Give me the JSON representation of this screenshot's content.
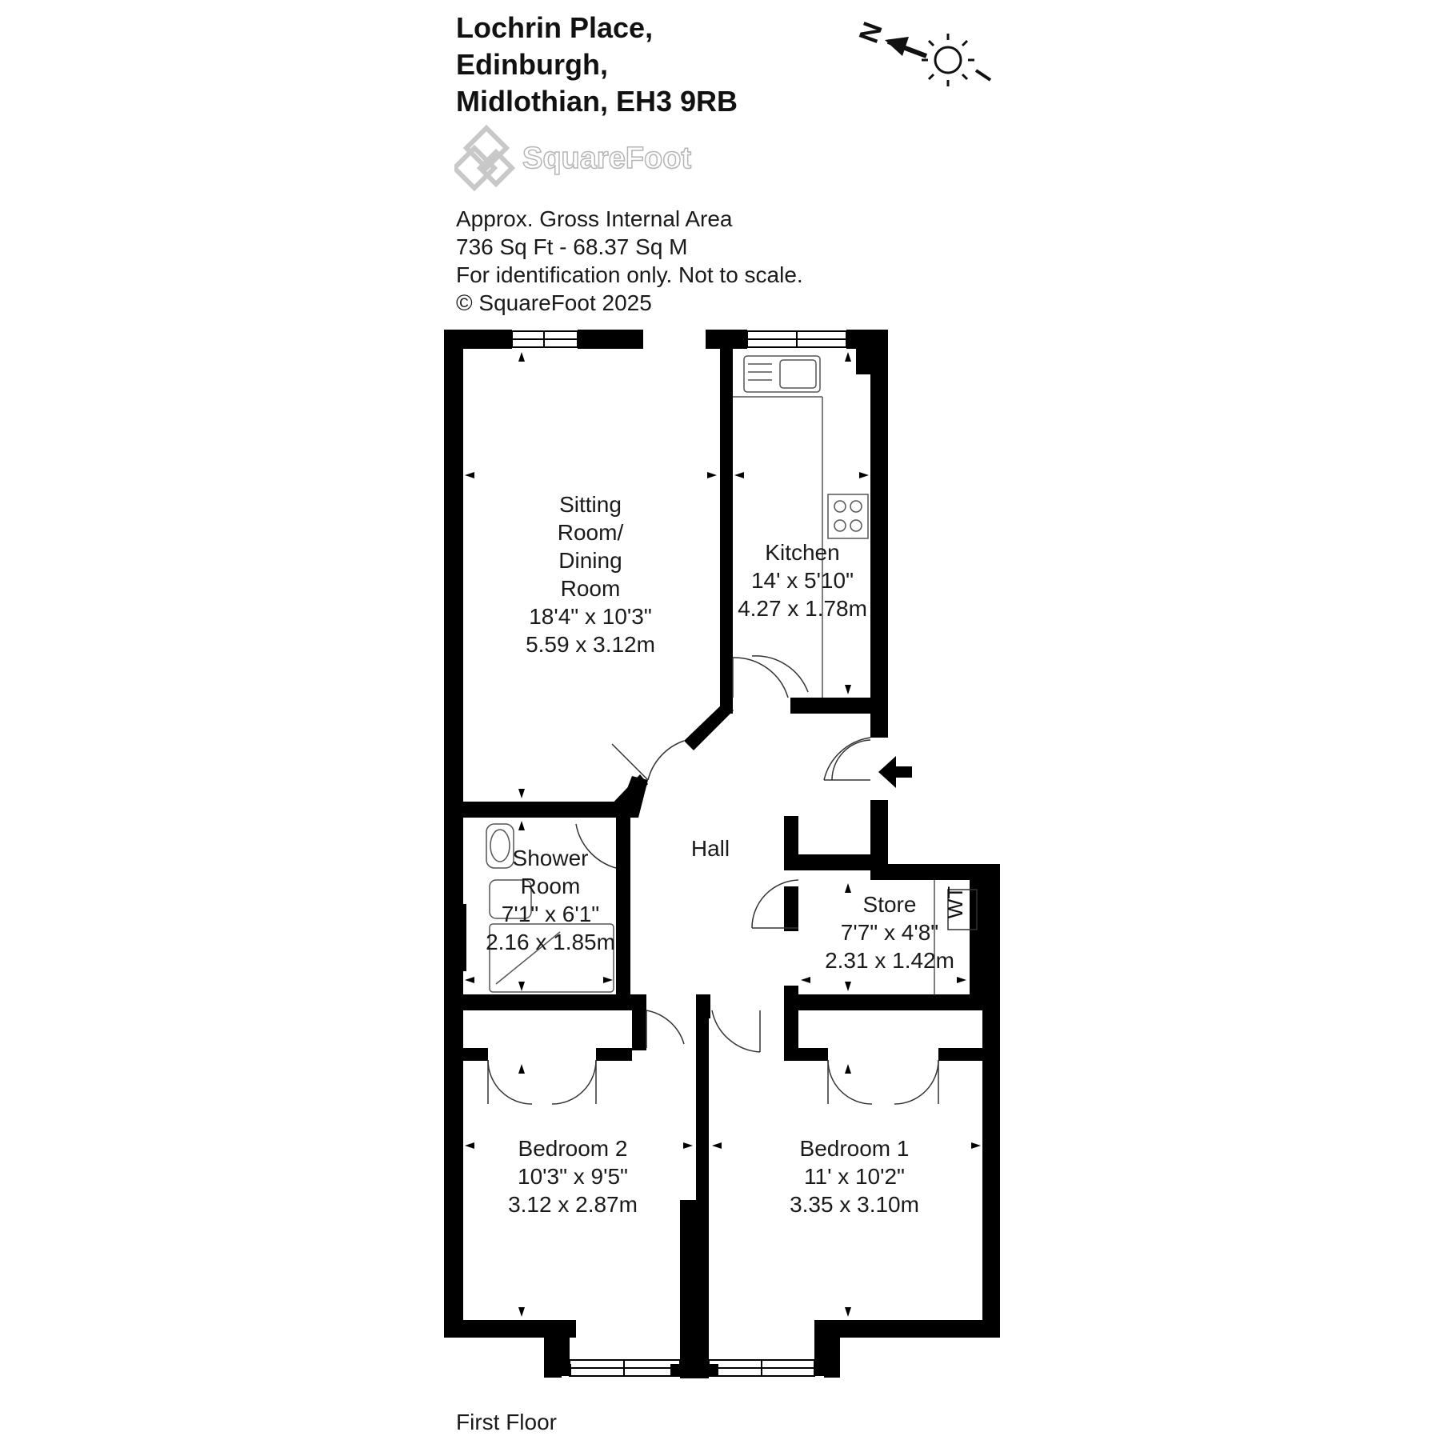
{
  "address": {
    "line1": "Lochrin Place,",
    "line2": "Edinburgh,",
    "line3": "Midlothian, EH3 9RB"
  },
  "logo": {
    "text": "SquareFoot",
    "icon": "squarefoot-logo-icon"
  },
  "compass": {
    "label": "N",
    "icon": "sun-icon"
  },
  "area": {
    "line1": "Approx. Gross Internal Area",
    "line2": "736 Sq Ft  -  68.37 Sq M",
    "line3": "For identification only. Not to scale.",
    "line4": "© SquareFoot 2025"
  },
  "rooms": {
    "sitting": {
      "name1": "Sitting",
      "name2": "Room/",
      "name3": "Dining",
      "name4": "Room",
      "imperial": "18'4\" x 10'3\"",
      "metric": "5.59 x 3.12m"
    },
    "kitchen": {
      "name": "Kitchen",
      "imperial": "14' x 5'10\"",
      "metric": "4.27 x 1.78m"
    },
    "hall": {
      "name": "Hall"
    },
    "shower": {
      "name1": "Shower",
      "name2": "Room",
      "imperial": "7'1\" x 6'1\"",
      "metric": "2.16 x 1.85m"
    },
    "store": {
      "name": "Store",
      "imperial": "7'7\" x 4'8\"",
      "metric": "2.31 x 1.42m",
      "wt": "WT"
    },
    "bedroom2": {
      "name": "Bedroom 2",
      "imperial": "10'3\" x 9'5\"",
      "metric": "3.12 x 2.87m"
    },
    "bedroom1": {
      "name": "Bedroom 1",
      "imperial": "11' x 10'2\"",
      "metric": "3.35 x 3.10m"
    }
  },
  "floor": "First Floor"
}
